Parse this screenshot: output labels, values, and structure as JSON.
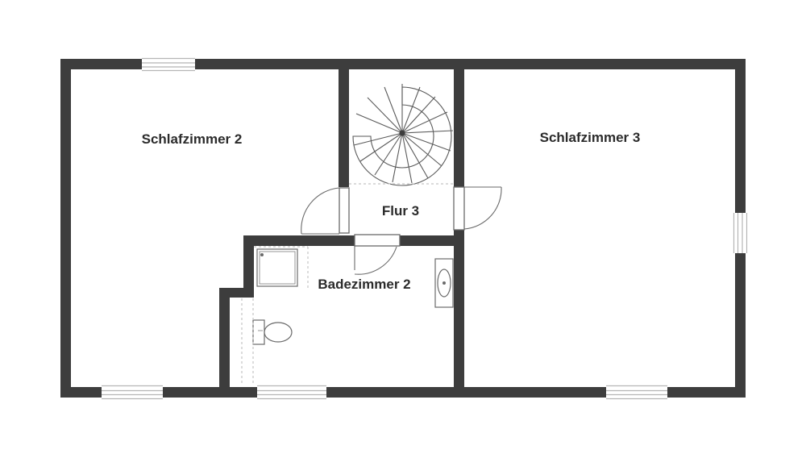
{
  "rooms": {
    "schlafzimmer2": "Schlafzimmer 2",
    "schlafzimmer3": "Schlafzimmer 3",
    "flur3": "Flur 3",
    "badezimmer2": "Badezimmer 2"
  },
  "colors": {
    "wall": "#3d3d3d",
    "background": "#ffffff",
    "window": "#b5b5b5"
  }
}
